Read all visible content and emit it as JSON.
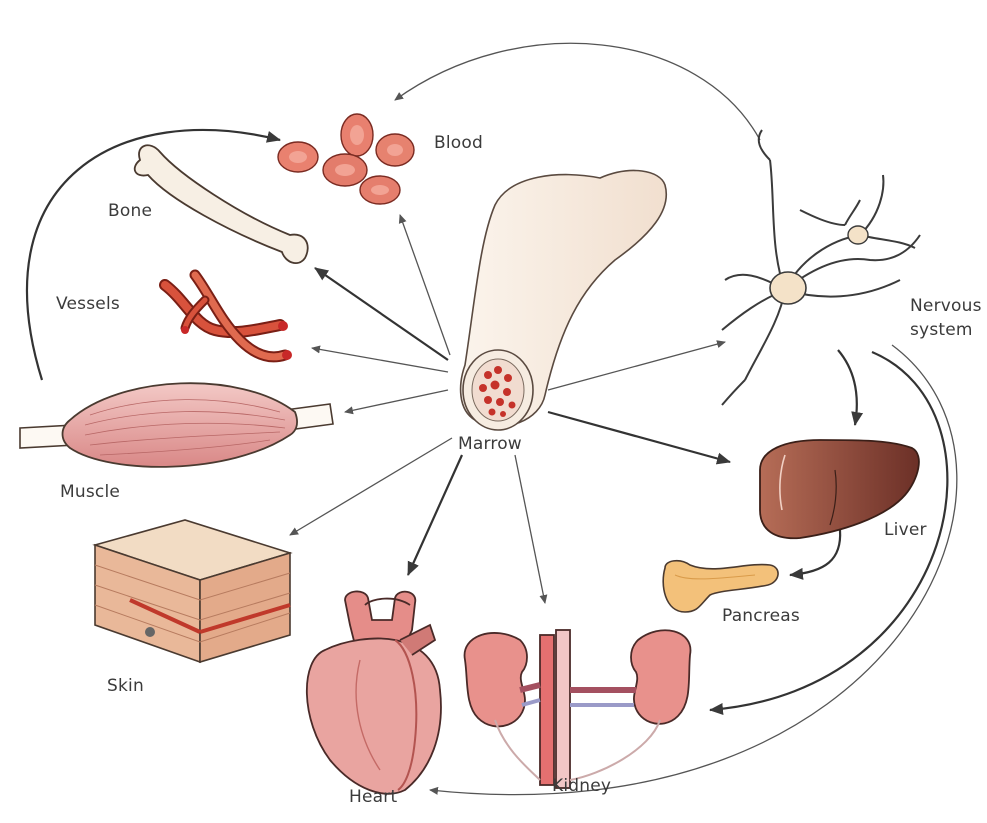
{
  "labels": {
    "blood": "Blood",
    "bone": "Bone",
    "vessels": "Vessels",
    "muscle": "Muscle",
    "marrow": "Marrow",
    "skin": "Skin",
    "heart": "Heart",
    "kidney": "Kidney",
    "pancreas": "Pancreas",
    "liver": "Liver",
    "nervous_line1": "Nervous",
    "nervous_line2": "system"
  },
  "colors": {
    "arrow": "#555555",
    "bone": "#f6ece1",
    "blood": "#e07a6b",
    "vessel": "#c8412f",
    "muscle": "#e7a7a6",
    "skin": "#e9b89a",
    "heart": "#e9a09b",
    "kidney": "#e58f8c",
    "liver": "#8e4a3a",
    "pancreas": "#f2c27d",
    "neuron": "#f4e2c8"
  }
}
